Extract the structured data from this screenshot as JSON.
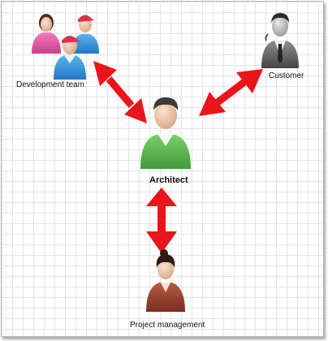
{
  "diagram": {
    "nodes": {
      "development_team": {
        "label": "Development team"
      },
      "customer": {
        "label": "Customer"
      },
      "architect": {
        "label": "Architect"
      },
      "project_management": {
        "label": "Project management"
      }
    },
    "edges": [
      {
        "from": "architect",
        "to": "development_team",
        "style": "bidirectional"
      },
      {
        "from": "architect",
        "to": "customer",
        "style": "bidirectional"
      },
      {
        "from": "architect",
        "to": "project_management",
        "style": "bidirectional"
      }
    ],
    "colors": {
      "arrow": "#e8151b",
      "grid": "#e3e3e3"
    }
  }
}
